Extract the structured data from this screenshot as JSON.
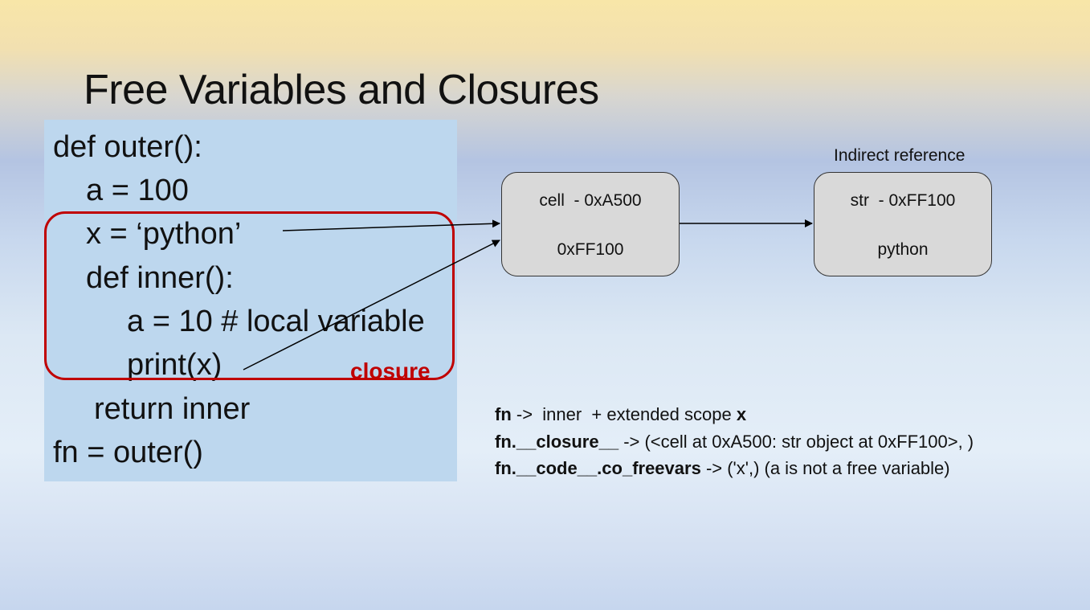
{
  "title": "Free Variables and Closures",
  "code": {
    "line1": "def outer():",
    "line2": "a = 100",
    "line3": "x = ‘python’",
    "line4": "def inner():",
    "line5": "a = 10 # local variable",
    "line6": "print(x)",
    "line7": "return inner",
    "line8": "fn = outer()"
  },
  "closure_label": "closure",
  "cell_node": {
    "line1": "cell  - 0xA500",
    "line2": "0xFF100"
  },
  "str_node": {
    "line1": "str  - 0xFF100",
    "line2": "python"
  },
  "indirect_label": "Indirect reference",
  "info": {
    "row1_key": "fn",
    "row1_mid": " ->  inner  + extended scope ",
    "row1_end": "x",
    "row2_key": "fn.__closure__",
    "row2_rest": " -> (<cell at 0xA500: str object at 0xFF100>, )",
    "row3_key": "fn.__code__.co_freevars",
    "row3_rest": " -> ('x',) (a is not a free variable)"
  }
}
